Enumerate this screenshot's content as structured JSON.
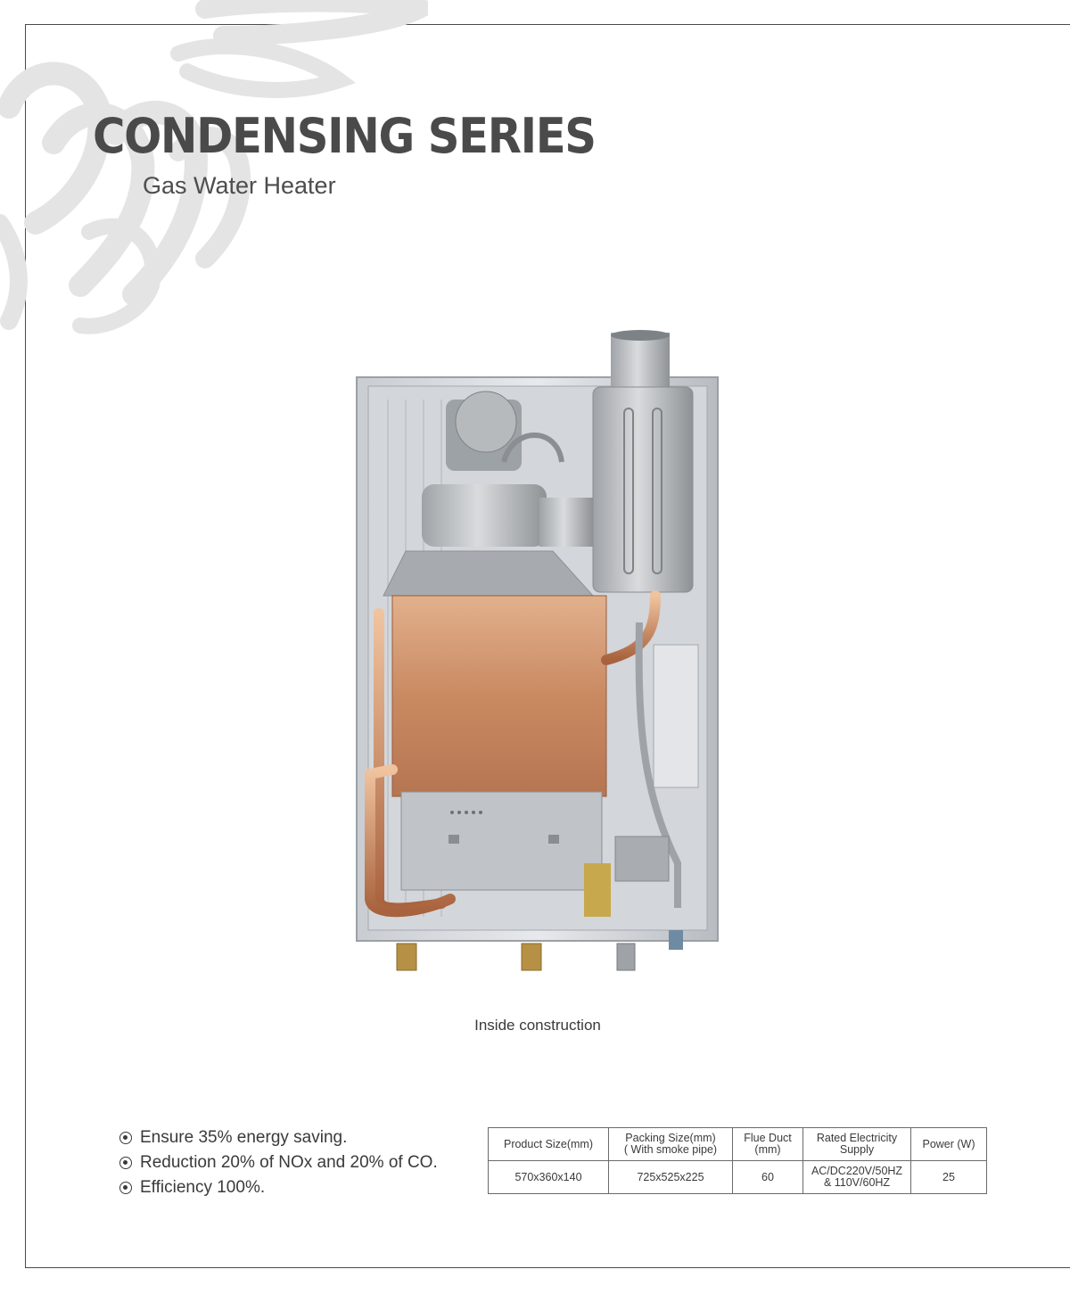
{
  "header": {
    "title": "CONDENSING SERIES",
    "subtitle": "Gas Water Heater"
  },
  "image": {
    "caption": "Inside construction"
  },
  "features": [
    "Ensure 35% energy saving.",
    "Reduction 20% of NOx and 20% of CO.",
    "Efficiency 100%."
  ],
  "spec_table": {
    "headers": [
      [
        "Product Size(mm)"
      ],
      [
        "Packing Size(mm)",
        "( With smoke pipe)"
      ],
      [
        "Flue Duct",
        "(mm)"
      ],
      [
        "Rated Electricity",
        "Supply"
      ],
      [
        "Power (W)"
      ]
    ],
    "row": [
      [
        "570x360x140"
      ],
      [
        "725x525x225"
      ],
      [
        "60"
      ],
      [
        "AC/DC220V/50HZ",
        "&  110V/60HZ"
      ],
      [
        "25"
      ]
    ]
  },
  "colors": {
    "title": "#4a4a4a",
    "copper": "#c98a62",
    "frame": "#4a4a4a",
    "decoration": "#e6e6e6"
  }
}
